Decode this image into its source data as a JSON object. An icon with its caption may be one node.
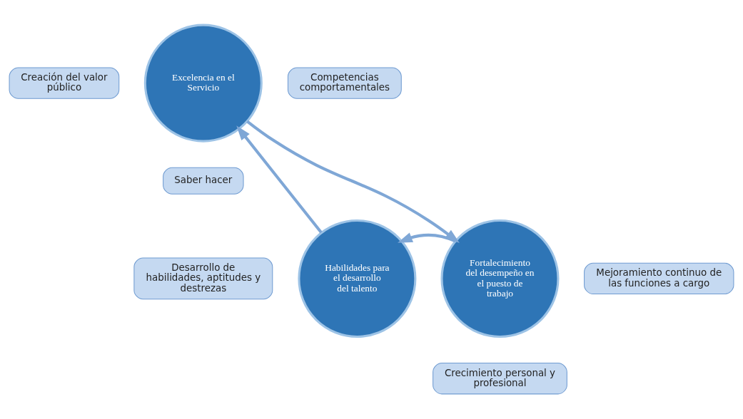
{
  "diagram": {
    "nodes": [
      {
        "text": [
          "Creación del valor público"
        ]
      },
      {
        "text": [
          "Excelencia en el Servicio"
        ]
      },
      {
        "text": [
          "Competencias comportamentales"
        ]
      },
      {
        "text": [
          "Saber hacer"
        ]
      },
      {
        "text": [
          "Desarrollo de habilidades, aptitudes y destrezas"
        ]
      },
      {
        "text": [
          "Habilidades para el desarrollo del talento"
        ]
      },
      {
        "text": [
          "Fortalecimiento del desempeño en el puesto de trabajo"
        ]
      },
      {
        "text": [
          "Mejoramiento continuo de las funciones a cargo"
        ]
      },
      {
        "text": [
          "Crecimiento personal y profesional"
        ]
      }
    ],
    "edges": [
      {
        "from": 1,
        "to": 6,
        "arrow": "to"
      },
      {
        "from": 6,
        "to": 5,
        "arrow": "to"
      },
      {
        "from": 5,
        "to": 1,
        "arrow": "to"
      }
    ]
  }
}
